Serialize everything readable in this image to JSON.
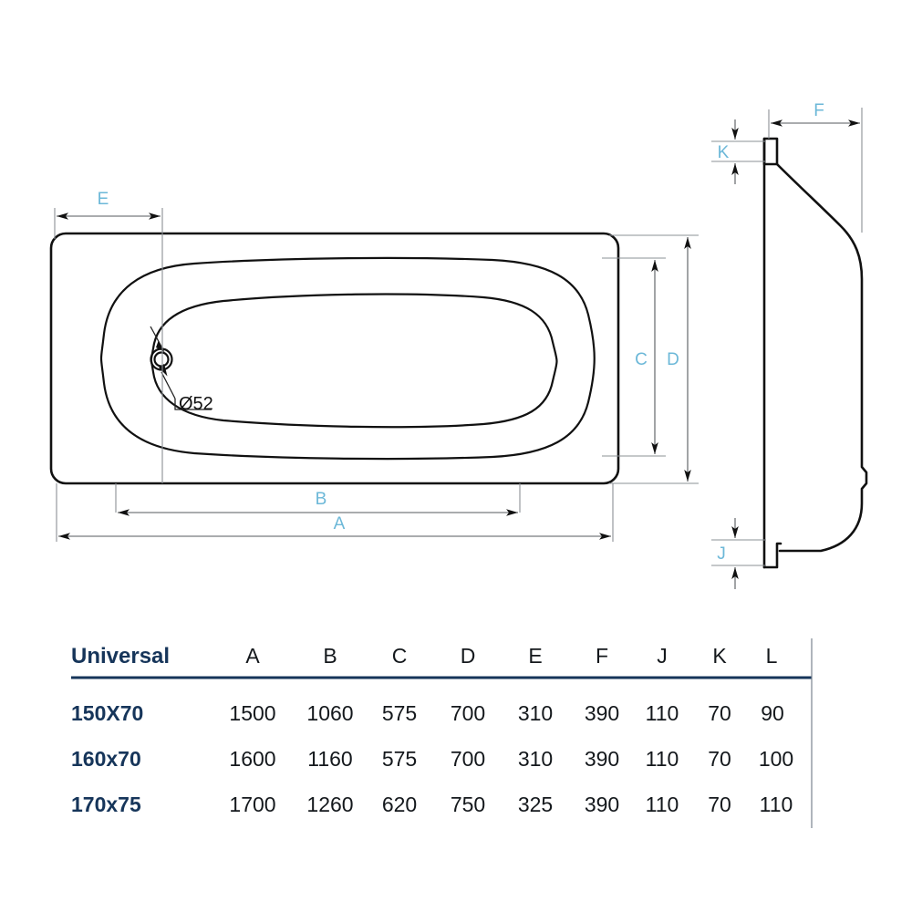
{
  "drawing": {
    "title": "Bathtub technical dimension drawing",
    "views": {
      "plan": {
        "name": "plan-view",
        "note": "Top view of rectangular bathtub with rounded corners"
      },
      "section": {
        "name": "section-view",
        "note": "Side profile section of bathtub"
      }
    },
    "annotations": {
      "drain_diameter": "Ø52",
      "dim_A": "A",
      "dim_B": "B",
      "dim_C": "C",
      "dim_D": "D",
      "dim_E": "E",
      "dim_F": "F",
      "dim_J": "J",
      "dim_K": "K"
    },
    "colors": {
      "dimension_label": "#6cb8d8",
      "table_accent": "#16355a",
      "line": "#111111"
    }
  },
  "table": {
    "name_header": "Universal",
    "columns": [
      "A",
      "B",
      "C",
      "D",
      "E",
      "F",
      "J",
      "K",
      "L"
    ],
    "rows": [
      {
        "label": "150X70",
        "values": [
          "1500",
          "1060",
          "575",
          "700",
          "310",
          "390",
          "110",
          "70",
          "90"
        ]
      },
      {
        "label": "160x70",
        "values": [
          "1600",
          "1160",
          "575",
          "700",
          "310",
          "390",
          "110",
          "70",
          "100"
        ]
      },
      {
        "label": "170x75",
        "values": [
          "1700",
          "1260",
          "620",
          "750",
          "325",
          "390",
          "110",
          "70",
          "110"
        ]
      }
    ]
  }
}
